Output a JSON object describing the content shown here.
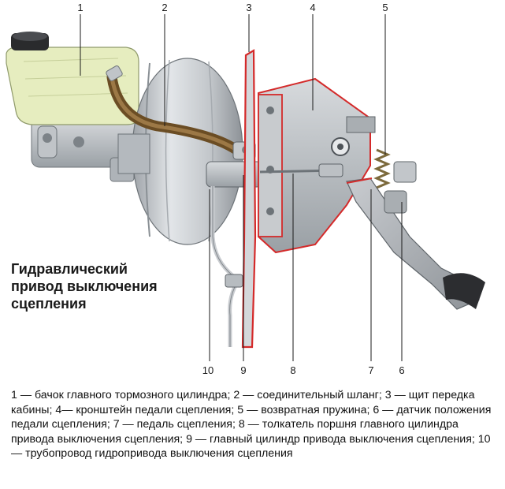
{
  "title_lines": [
    "Гидравлический",
    "привод выключения",
    "сцепления"
  ],
  "callouts": [
    "1",
    "2",
    "3",
    "4",
    "5",
    "10",
    "9",
    "8",
    "7",
    "6"
  ],
  "caption": "1 — бачок главного тормозного цилиндра; 2 — соединительный шланг; 3 — щит передка кабины; 4— кронштейн педали сцепления; 5 — возвратная пружина; 6 — датчик положения педали сцепления; 7 — педаль сцепления; 8 — толкатель поршня главного цилиндра привода выключения сцепления; 9 — главный цилиндр привода выключения сцепления; 10 — трубопровод гидропривода выключения сцепления",
  "colors": {
    "outline_red": "#d42a2a",
    "hose": "#7a5a2e",
    "metal": "#b8bcc0",
    "reservoir": "#e6edbf"
  }
}
